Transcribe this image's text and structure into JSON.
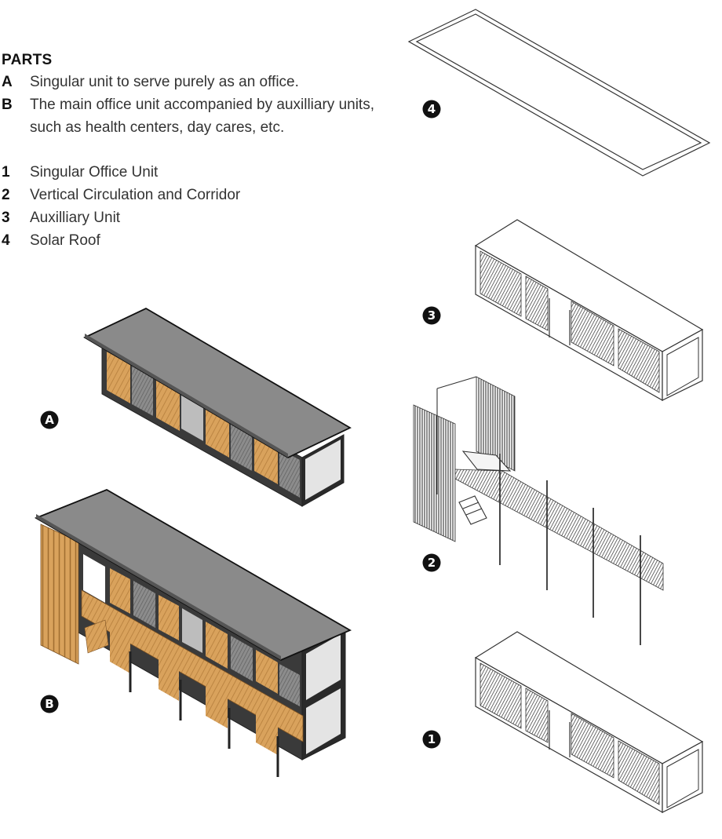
{
  "legend": {
    "heading": "PARTS",
    "options": [
      {
        "key": "A",
        "text": "Singular unit to serve purely as an office."
      },
      {
        "key": "B",
        "text": "The main office unit accompanied by auxilliary units, such as health centers, day cares, etc."
      }
    ],
    "parts": [
      {
        "key": "1",
        "text": "Singular Office Unit"
      },
      {
        "key": "2",
        "text": "Vertical Circulation and Corridor"
      },
      {
        "key": "3",
        "text": "Auxilliary Unit"
      },
      {
        "key": "4",
        "text": "Solar Roof"
      }
    ]
  },
  "badges": {
    "a": "A",
    "b": "B",
    "p1": "1",
    "p2": "2",
    "p3": "3",
    "p4": "4"
  },
  "colors": {
    "roof": "#8a8a8a",
    "frame": "#2a2a2a",
    "wood": "#d9a25c",
    "louver": "#8c8c8c",
    "endwall": "#e4e4e4",
    "badge": "#111111"
  }
}
